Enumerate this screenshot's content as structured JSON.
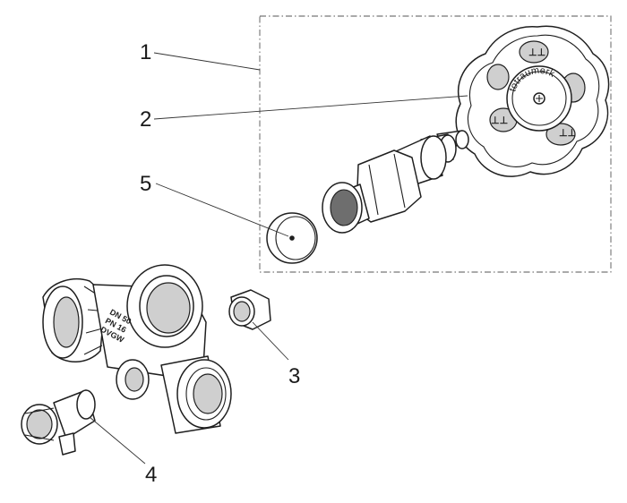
{
  "callouts": [
    {
      "label": "1",
      "part": "headwork-assembly"
    },
    {
      "label": "2",
      "part": "handwheel"
    },
    {
      "label": "3",
      "part": "plug"
    },
    {
      "label": "4",
      "part": "drain-valve"
    },
    {
      "label": "5",
      "part": "valve-disc"
    }
  ],
  "handwheel_marking": "totraumerk",
  "body_marking": [
    "DN 50",
    "PN 16",
    "DVGW"
  ]
}
